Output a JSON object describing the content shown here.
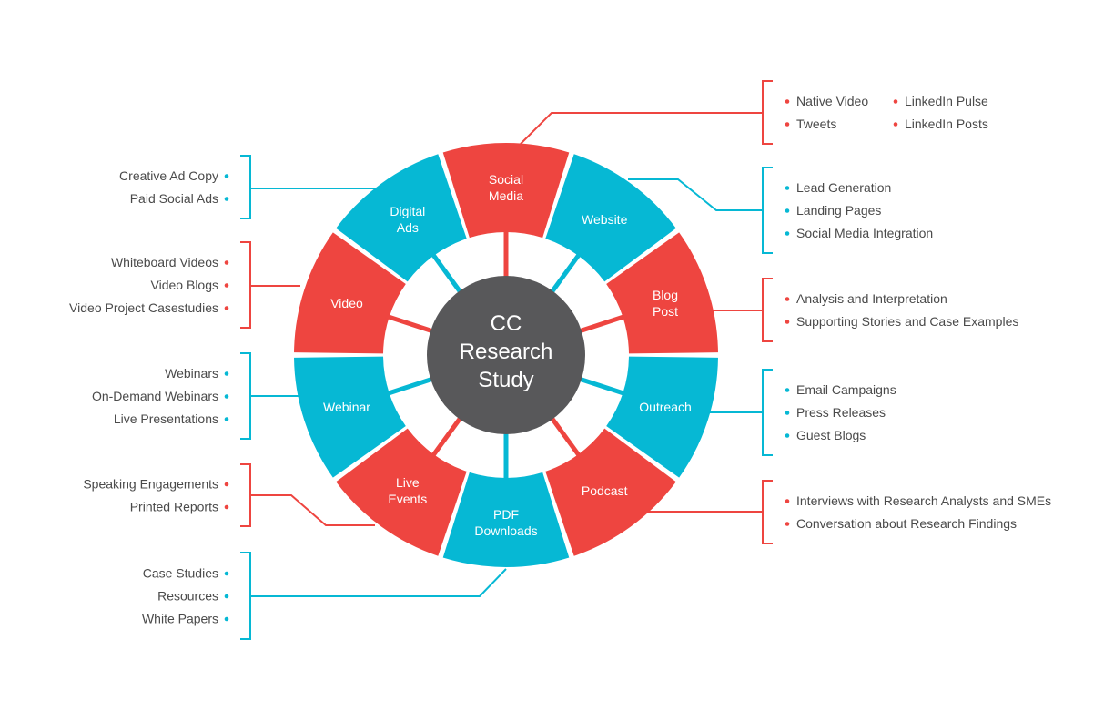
{
  "colors": {
    "red": "#ee4540",
    "teal": "#06b8d4",
    "center": "#58585a",
    "text": "#4a4a4a"
  },
  "center": {
    "lines": [
      "CC",
      "Research",
      "Study"
    ]
  },
  "segments": [
    {
      "id": "social-media",
      "lines": [
        "Social",
        "Media"
      ],
      "color": "red"
    },
    {
      "id": "website",
      "lines": [
        "Website"
      ],
      "color": "teal"
    },
    {
      "id": "blog-post",
      "lines": [
        "Blog",
        "Post"
      ],
      "color": "red"
    },
    {
      "id": "outreach",
      "lines": [
        "Outreach"
      ],
      "color": "teal"
    },
    {
      "id": "podcast",
      "lines": [
        "Podcast"
      ],
      "color": "red"
    },
    {
      "id": "pdf-downloads",
      "lines": [
        "PDF",
        "Downloads"
      ],
      "color": "teal"
    },
    {
      "id": "live-events",
      "lines": [
        "Live",
        "Events"
      ],
      "color": "red"
    },
    {
      "id": "webinar",
      "lines": [
        "Webinar"
      ],
      "color": "teal"
    },
    {
      "id": "video",
      "lines": [
        "Video"
      ],
      "color": "red"
    },
    {
      "id": "digital-ads",
      "lines": [
        "Digital",
        "Ads"
      ],
      "color": "teal"
    }
  ],
  "lists": [
    {
      "for": "social-media",
      "color": "red",
      "columns": [
        [
          "Native Video",
          "Tweets"
        ],
        [
          "LinkedIn Pulse",
          "LinkedIn Posts"
        ]
      ]
    },
    {
      "for": "website",
      "color": "teal",
      "items": [
        "Lead Generation",
        "Landing Pages",
        "Social Media Integration"
      ]
    },
    {
      "for": "blog-post",
      "color": "red",
      "items": [
        "Analysis and Interpretation",
        "Supporting Stories and Case Examples"
      ]
    },
    {
      "for": "outreach",
      "color": "teal",
      "items": [
        "Email Campaigns",
        "Press Releases",
        "Guest Blogs"
      ]
    },
    {
      "for": "podcast",
      "color": "red",
      "items": [
        "Interviews with Research Analysts and SMEs",
        "Conversation about Research Findings"
      ]
    },
    {
      "for": "digital-ads",
      "color": "teal",
      "items": [
        "Creative Ad Copy",
        "Paid Social Ads"
      ]
    },
    {
      "for": "video",
      "color": "red",
      "items": [
        "Whiteboard Videos",
        "Video Blogs",
        "Video Project Casestudies"
      ]
    },
    {
      "for": "webinar",
      "color": "teal",
      "items": [
        "Webinars",
        "On-Demand Webinars",
        "Live Presentations"
      ]
    },
    {
      "for": "live-events",
      "color": "red",
      "items": [
        "Speaking Engagements",
        "Printed Reports"
      ]
    },
    {
      "for": "pdf-downloads",
      "color": "teal",
      "items": [
        "Case Studies",
        "Resources",
        "White Papers"
      ]
    }
  ]
}
